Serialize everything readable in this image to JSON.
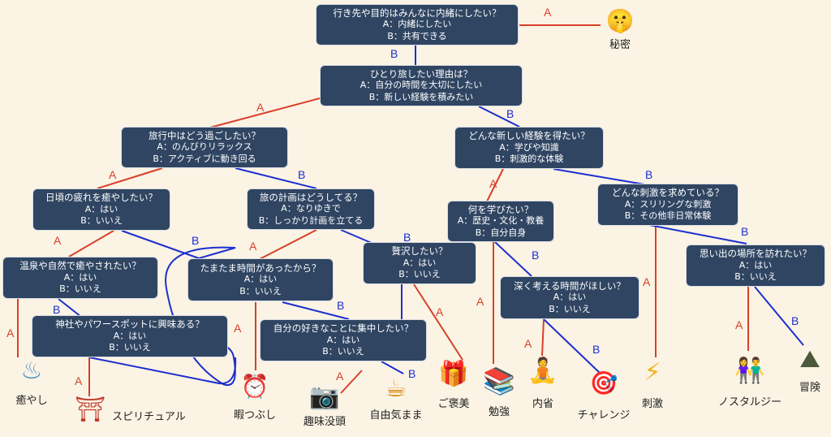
{
  "nodes": {
    "root": {
      "q": "行き先や目的はみんなに内緒にしたい？",
      "a": "A：内緒にしたい",
      "b": "B：共有できる"
    },
    "reason": {
      "q": "ひとり旅したい理由は？",
      "a": "A：自分の時間を大切にしたい",
      "b": "B：新しい経験を積みたい"
    },
    "travel": {
      "q": "旅行中はどう過ごしたい？",
      "a": "A：のんびりリラックス",
      "b": "B：アクティブに動き回る"
    },
    "experience": {
      "q": "どんな新しい経験を得たい？",
      "a": "A：学びや知識",
      "b": "B：刺激的な体験"
    },
    "fatigue": {
      "q": "日頃の疲れを癒やしたい？",
      "a": "A：はい",
      "b": "B：いいえ"
    },
    "plan": {
      "q": "旅の計画はどうしてる？",
      "a": "A：なりゆきで",
      "b": "B：しっかり計画を立てる"
    },
    "learn": {
      "q": "何を学びたい？",
      "a": "A：歴史・文化・教養",
      "b": "B：自分自身"
    },
    "thrill": {
      "q": "どんな刺激を求めている？",
      "a": "A：スリリングな刺激",
      "b": "B：その他非日常体験"
    },
    "onsen": {
      "q": "温泉や自然で癒やされたい？",
      "a": "A：はい",
      "b": "B：いいえ"
    },
    "spare": {
      "q": "たまたま時間があったから？",
      "a": "A：はい",
      "b": "B：いいえ"
    },
    "luxury": {
      "q": "贅沢したい？",
      "a": "A：はい",
      "b": "B：いいえ"
    },
    "shrine": {
      "q": "神社やパワースポットに興味ある？",
      "a": "A：はい",
      "b": "B：いいえ"
    },
    "focus": {
      "q": "自分の好きなことに集中したい？",
      "a": "A：はい",
      "b": "B：いいえ"
    },
    "deep": {
      "q": "深く考える時間がほしい？",
      "a": "A：はい",
      "b": "B：いいえ"
    },
    "memory": {
      "q": "思い出の場所を訪れたい？",
      "a": "A：はい",
      "b": "B：いいえ"
    }
  },
  "edge_labels": {
    "a": "A",
    "b": "B"
  },
  "results": {
    "secret": {
      "name": "秘密",
      "icon": "shushing-face-icon",
      "glyph": "🤫"
    },
    "healing": {
      "name": "癒やし",
      "icon": "hot-spring-icon",
      "glyph": "♨"
    },
    "spiritual": {
      "name": "スピリチュアル",
      "icon": "torii-gate-icon",
      "glyph": "⛩"
    },
    "killtime": {
      "name": "暇つぶし",
      "icon": "alarm-clock-icon",
      "glyph": "⏰"
    },
    "hobby": {
      "name": "趣味没頭",
      "icon": "camera-person-icon",
      "glyph": "📷"
    },
    "free": {
      "name": "自由気まま",
      "icon": "relaxing-person-icon",
      "glyph": "☕"
    },
    "reward": {
      "name": "ご褒美",
      "icon": "gift-icon",
      "glyph": "🎁"
    },
    "study": {
      "name": "勉強",
      "icon": "books-icon",
      "glyph": "📚"
    },
    "introspect": {
      "name": "内省",
      "icon": "thinking-person-icon",
      "glyph": "🧘"
    },
    "challenge": {
      "name": "チャレンジ",
      "icon": "target-icon",
      "glyph": "🎯"
    },
    "stimulus": {
      "name": "刺激",
      "icon": "lightning-icon",
      "glyph": "⚡"
    },
    "nostalgia": {
      "name": "ノスタルジー",
      "icon": "couple-icon",
      "glyph": "👫"
    },
    "adventure": {
      "name": "冒険",
      "icon": "mountain-icon",
      "glyph": "⛰"
    }
  },
  "colors": {
    "background": "#fbf3e4",
    "node": "#2f4562",
    "edge_a": "#d8402a",
    "edge_b": "#1d2fcf"
  }
}
